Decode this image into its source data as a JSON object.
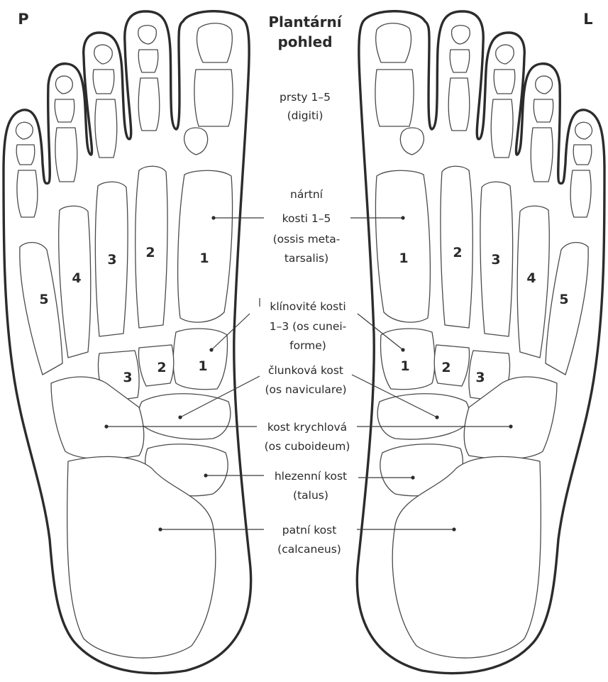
{
  "side_labels": {
    "right_foot": "P",
    "left_foot": "L"
  },
  "title_lines": [
    "Plantární",
    "pohled"
  ],
  "labels": {
    "toes": [
      "prsty 1–5",
      "(digiti)"
    ],
    "metatarsals": [
      "nártní",
      "kosti 1–5",
      "(ossis meta-",
      "tarsalis)"
    ],
    "cuneiforms": [
      "klínovité kosti",
      "1–3 (os cunei-",
      "forme)"
    ],
    "navicular": [
      "člunková kost",
      "(os naviculare)"
    ],
    "cuboid": [
      "kost krychlová",
      "(os cuboideum)"
    ],
    "talus": [
      "hlezenní kost",
      "(talus)"
    ],
    "calcaneus": [
      "patní kost",
      "(calcaneus)"
    ]
  },
  "metatarsal_numbers": [
    "1",
    "2",
    "3",
    "4",
    "5"
  ],
  "cuneiform_numbers": [
    "1",
    "2",
    "3"
  ],
  "colors": {
    "line": "#2c2c2c",
    "bone_line": "#4a4a4a",
    "text": "#2a2a2a",
    "background": "#ffffff"
  }
}
